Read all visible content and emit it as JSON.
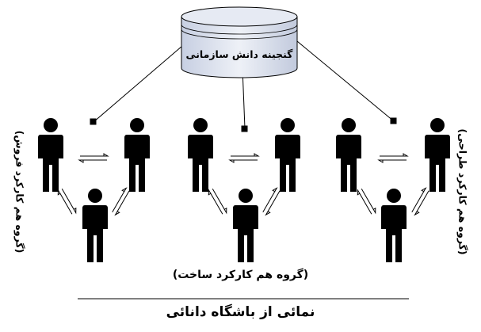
{
  "database": {
    "label": "گنجینه دانش سازمانی",
    "icon": "database-cylinder-icon"
  },
  "groups": {
    "left": {
      "label": "(گروه هم کارکرد فروش)"
    },
    "middle": {
      "label": "(گروه هم کارکرد ساخت)"
    },
    "right": {
      "label": "(گروه هم کارکرد طراحی)"
    }
  },
  "caption": "نمائی از باشگاه دانائی",
  "colors": {
    "figure": "#000000",
    "cylinder_top": "#e4e8f2",
    "cylinder_body": "#d3d9e8",
    "line": "#000000"
  }
}
